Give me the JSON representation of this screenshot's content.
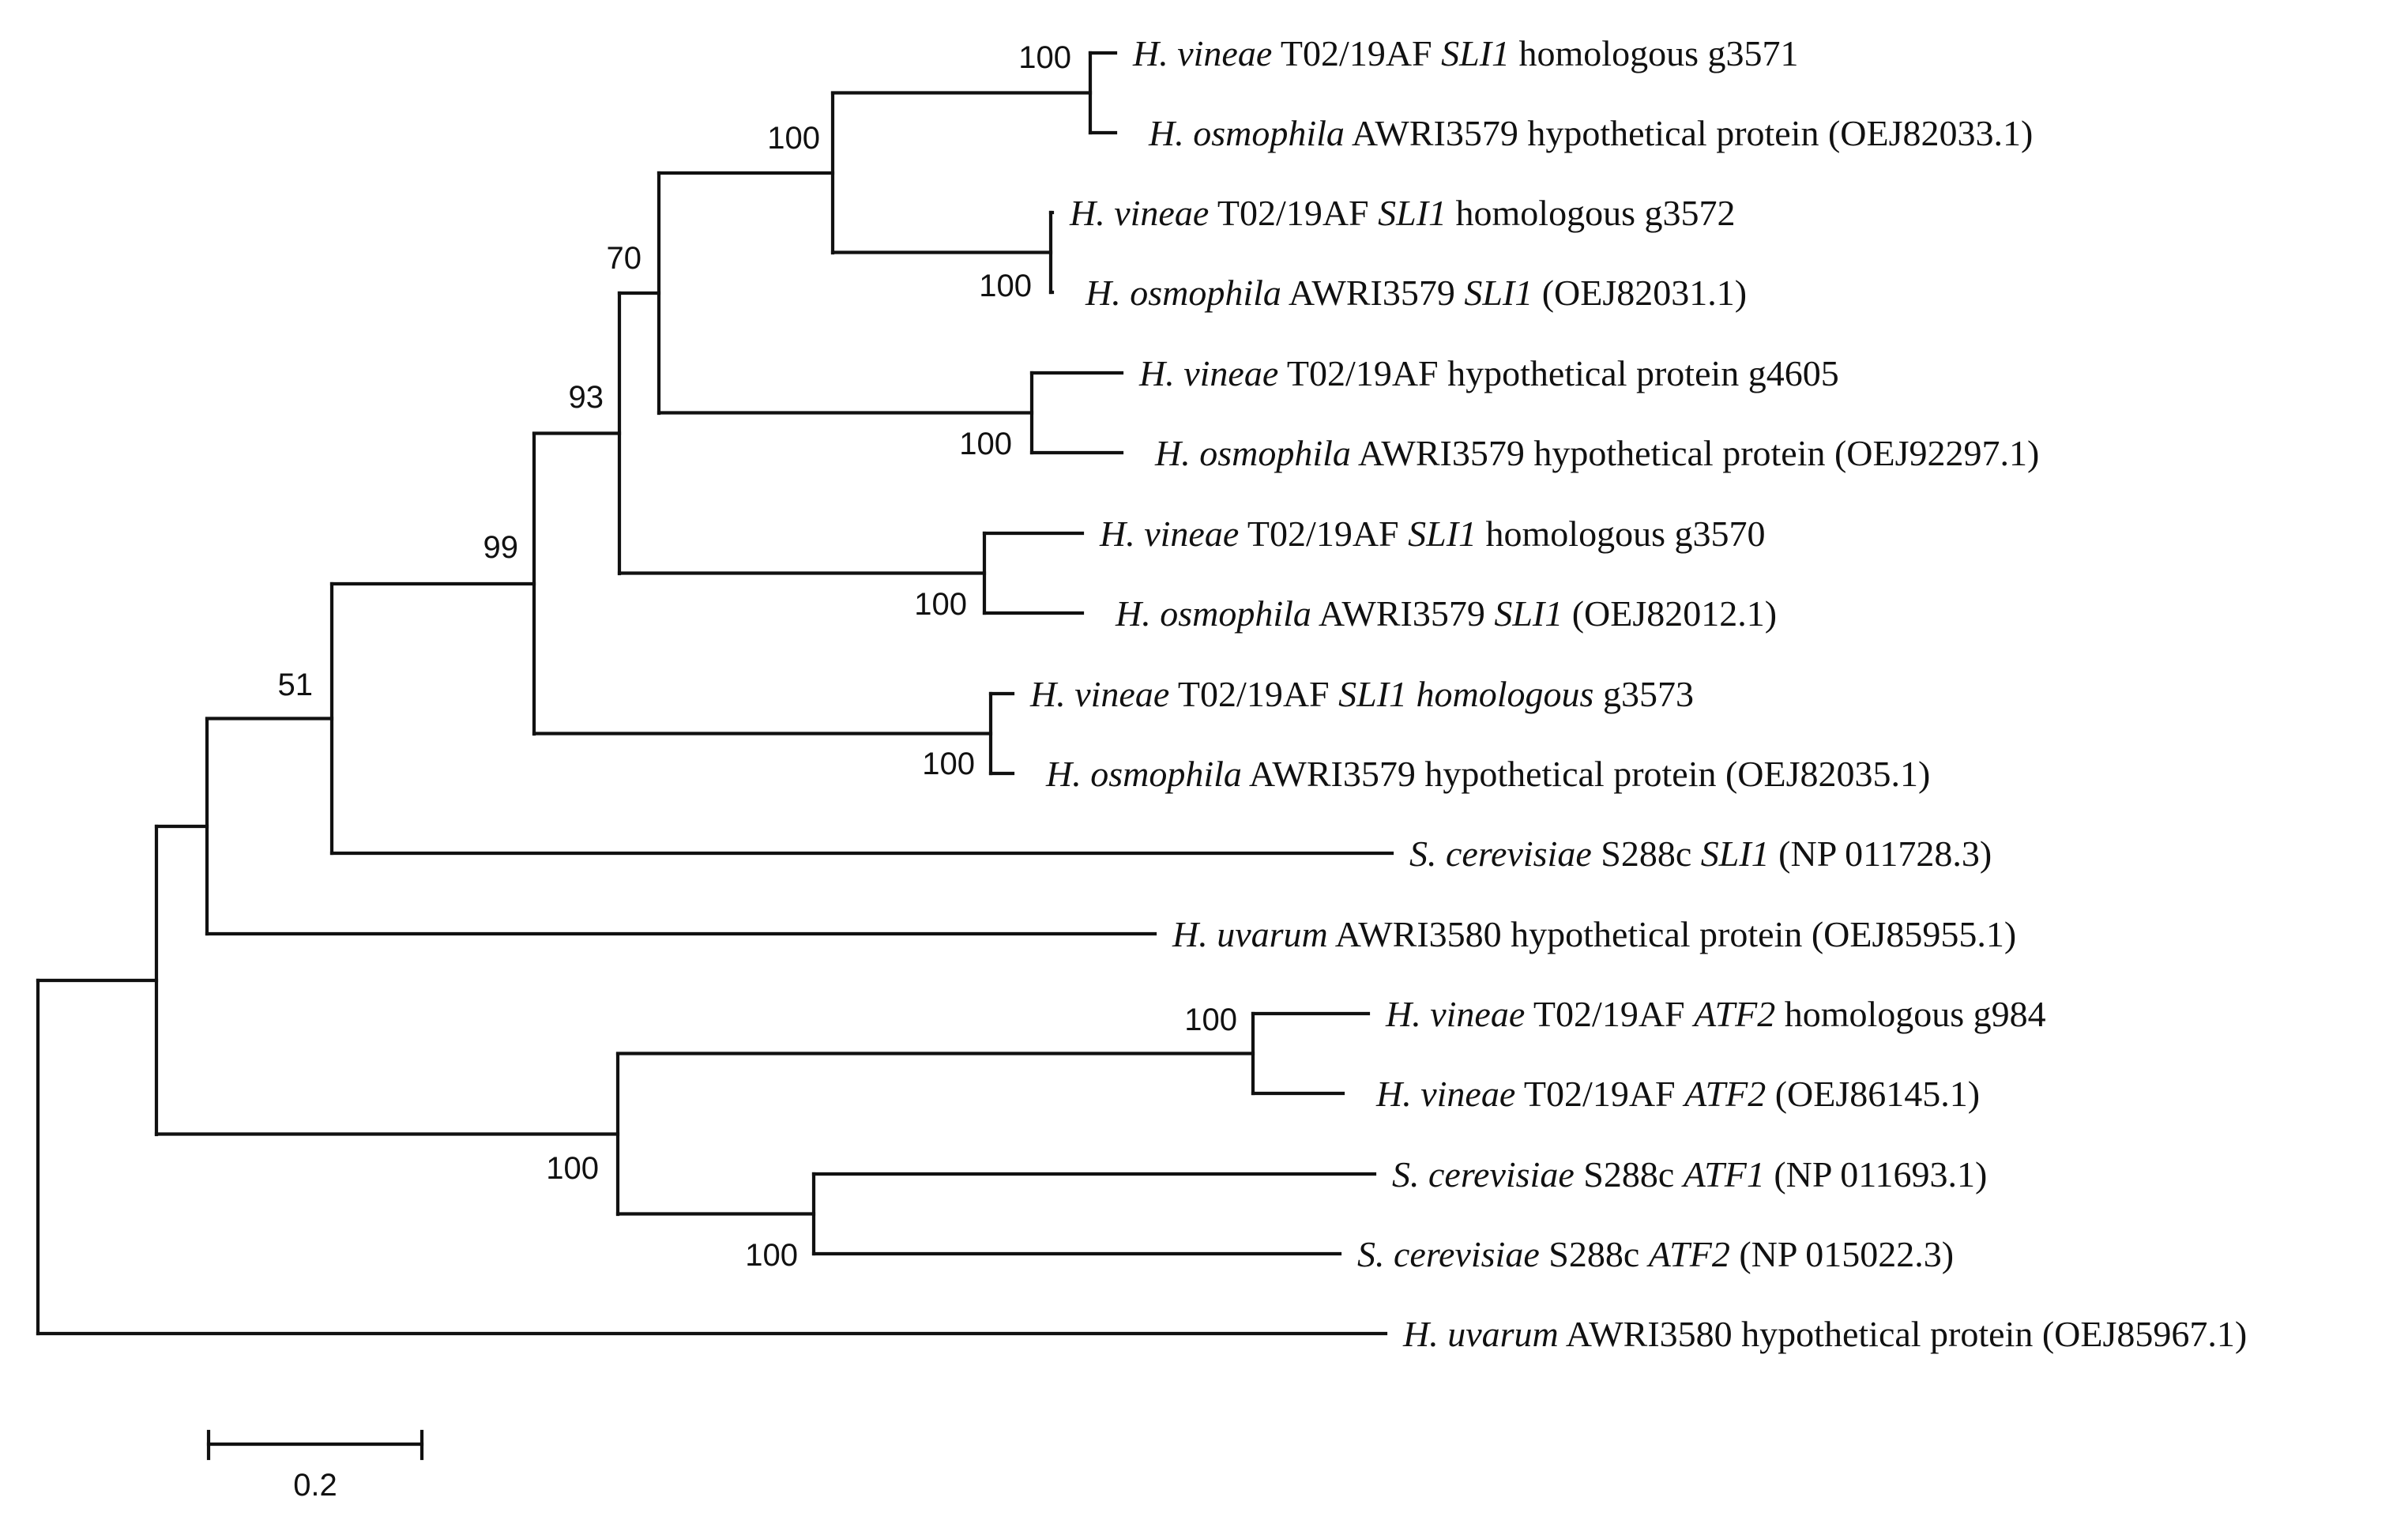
{
  "tree": {
    "tips": [
      {
        "segments": [
          {
            "t": "H. vineae",
            "i": true
          },
          {
            "t": " T02/19AF "
          },
          {
            "t": "SLI1",
            "i": true
          },
          {
            "t": " homologous  g3571"
          }
        ]
      },
      {
        "segments": [
          {
            "t": "H. osmophila",
            "i": true
          },
          {
            "t": " AWRI3579 hypothetical protein (OEJ82033.1)"
          }
        ]
      },
      {
        "segments": [
          {
            "t": "H. vineae",
            "i": true
          },
          {
            "t": " T02/19AF "
          },
          {
            "t": "SLI1",
            "i": true
          },
          {
            "t": " homologous  g3572"
          }
        ]
      },
      {
        "segments": [
          {
            "t": "H. osmophila",
            "i": true
          },
          {
            "t": " AWRI3579  "
          },
          {
            "t": "SLI1",
            "i": true
          },
          {
            "t": " (OEJ82031.1)"
          }
        ]
      },
      {
        "segments": [
          {
            "t": "H. vineae",
            "i": true
          },
          {
            "t": " T02/19AF hypothetical protein g4605"
          }
        ]
      },
      {
        "segments": [
          {
            "t": "H. osmophila",
            "i": true
          },
          {
            "t": " AWRI3579  hypothetical protein (OEJ92297.1)"
          }
        ]
      },
      {
        "segments": [
          {
            "t": "H. vineae",
            "i": true
          },
          {
            "t": " T02/19AF "
          },
          {
            "t": "SLI1",
            "i": true
          },
          {
            "t": " homologous  g3570"
          }
        ]
      },
      {
        "segments": [
          {
            "t": "H. osmophila",
            "i": true
          },
          {
            "t": " AWRI3579 "
          },
          {
            "t": "SLI1",
            "i": true
          },
          {
            "t": " (OEJ82012.1)"
          }
        ]
      },
      {
        "segments": [
          {
            "t": "H. vineae",
            "i": true
          },
          {
            "t": " T02/19AF "
          },
          {
            "t": "SLI1 homologous",
            "i": true
          },
          {
            "t": " g3573"
          }
        ]
      },
      {
        "segments": [
          {
            "t": "H. osmophila",
            "i": true
          },
          {
            "t": " AWRI3579 hypothetical protein (OEJ82035.1)"
          }
        ]
      },
      {
        "segments": [
          {
            "t": "S. cerevisiae",
            "i": true
          },
          {
            "t": " S288c "
          },
          {
            "t": "SLI1",
            "i": true
          },
          {
            "t": " (NP 011728.3)"
          }
        ]
      },
      {
        "segments": [
          {
            "t": "H. uvarum",
            "i": true
          },
          {
            "t": " AWRI3580 hypothetical protein (OEJ85955.1)"
          }
        ]
      },
      {
        "segments": [
          {
            "t": "H. vineae",
            "i": true
          },
          {
            "t": " T02/19AF "
          },
          {
            "t": "ATF2",
            "i": true
          },
          {
            "t": " homologous  g984"
          }
        ]
      },
      {
        "segments": [
          {
            "t": "H. vineae",
            "i": true
          },
          {
            "t": " T02/19AF "
          },
          {
            "t": "ATF2",
            "i": true
          },
          {
            "t": " (OEJ86145.1)"
          }
        ]
      },
      {
        "segments": [
          {
            "t": "S. cerevisiae",
            "i": true
          },
          {
            "t": " S288c "
          },
          {
            "t": "ATF1",
            "i": true
          },
          {
            "t": " (NP 011693.1)"
          }
        ]
      },
      {
        "segments": [
          {
            "t": "S. cerevisiae",
            "i": true
          },
          {
            "t": " S288c "
          },
          {
            "t": "ATF2",
            "i": true
          },
          {
            "t": " (NP 015022.3)"
          }
        ]
      },
      {
        "segments": [
          {
            "t": "H. uvarum",
            "i": true
          },
          {
            "t": " AWRI3580 hypothetical protein (OEJ85967.1)"
          }
        ]
      }
    ],
    "bootstrap_values": [
      "100",
      "100",
      "100",
      "70",
      "100",
      "93",
      "100",
      "99",
      "100",
      "51",
      "100",
      "100",
      "100"
    ],
    "scale_bar": {
      "label": "0.2"
    }
  }
}
